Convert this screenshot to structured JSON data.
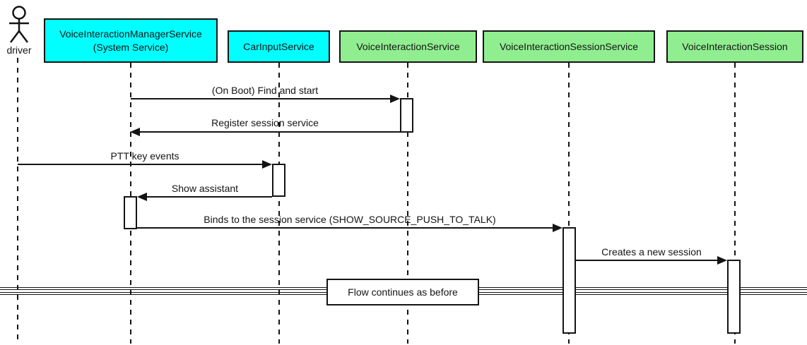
{
  "diagram": {
    "kind": "uml-sequence-diagram",
    "background_color": "#ffffff",
    "line_color": "#141414"
  },
  "colors": {
    "system_service_fill": "#00ffff",
    "voice_service_fill": "#90ee90"
  },
  "actor": {
    "label": "driver"
  },
  "participants": [
    {
      "id": "voice-interaction-manager-service",
      "lines": [
        "VoiceInteractionManagerService",
        "(System Service)"
      ],
      "fill": "#00ffff"
    },
    {
      "id": "car-input-service",
      "lines": [
        "CarInputService"
      ],
      "fill": "#00ffff"
    },
    {
      "id": "voice-interaction-service",
      "lines": [
        "VoiceInteractionService"
      ],
      "fill": "#90ee90"
    },
    {
      "id": "voice-interaction-session-service",
      "lines": [
        "VoiceInteractionSessionService"
      ],
      "fill": "#90ee90"
    },
    {
      "id": "voice-interaction-session",
      "lines": [
        "VoiceInteractionSession"
      ],
      "fill": "#90ee90"
    }
  ],
  "messages": [
    {
      "text": "(On Boot) Find and start",
      "from": "VoiceInteractionManagerService (System Service)",
      "to": "VoiceInteractionService",
      "direction": "right"
    },
    {
      "text": "Register session service",
      "from": "VoiceInteractionService",
      "to": "VoiceInteractionManagerService (System Service)",
      "direction": "left"
    },
    {
      "text": "PTT key events",
      "from": "driver",
      "to": "CarInputService",
      "direction": "right"
    },
    {
      "text": "Show assistant",
      "from": "CarInputService",
      "to": "VoiceInteractionManagerService (System Service)",
      "direction": "left"
    },
    {
      "text": "Binds to the session service (SHOW_SOURCE_PUSH_TO_TALK)",
      "from": "VoiceInteractionManagerService (System Service)",
      "to": "VoiceInteractionSessionService",
      "direction": "right"
    },
    {
      "text": "Creates a new session",
      "from": "VoiceInteractionSessionService",
      "to": "VoiceInteractionSession",
      "direction": "right"
    }
  ],
  "divider": {
    "label": "Flow continues as before"
  }
}
